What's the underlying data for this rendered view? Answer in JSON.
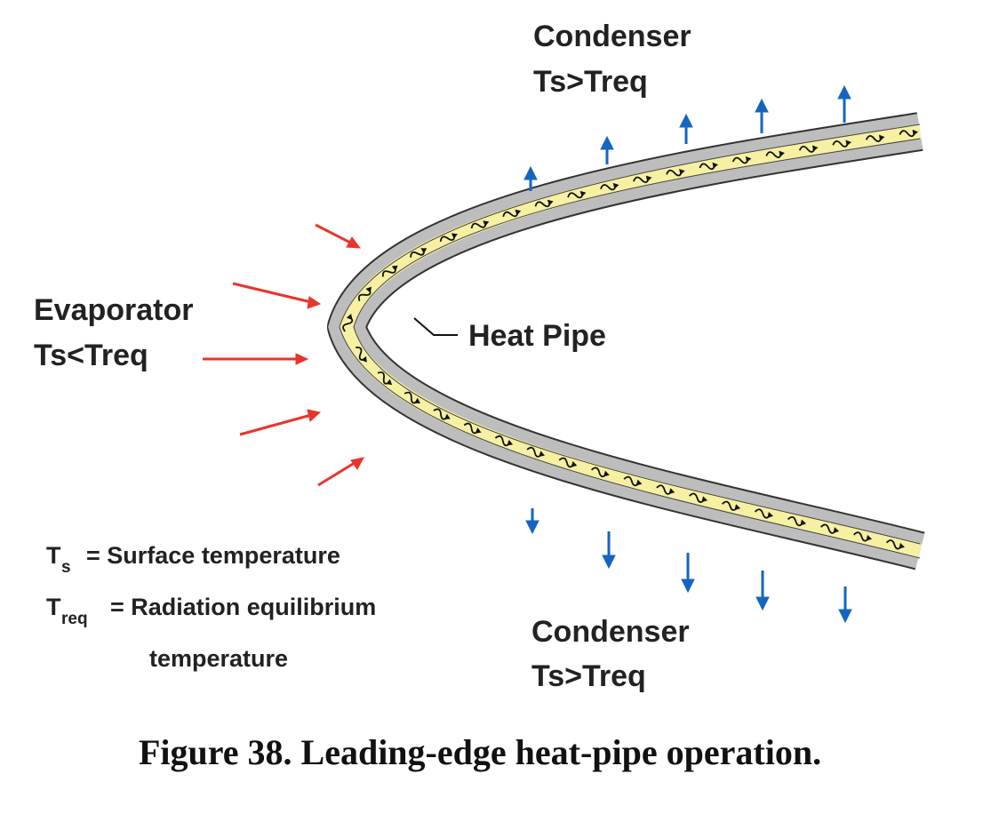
{
  "diagram": {
    "condenser_top": {
      "title": "Condenser",
      "relation": "Ts>Treq"
    },
    "condenser_bottom": {
      "title": "Condenser",
      "relation": "Ts>Treq"
    },
    "evaporator": {
      "title": "Evaporator",
      "relation": "Ts<Treq"
    },
    "heat_pipe_label": "Heat Pipe",
    "legend": {
      "ts": {
        "symbol": "T",
        "sub": "s",
        "text": "= Surface temperature"
      },
      "treq": {
        "symbol": "T",
        "sub": "req",
        "text": "= Radiation equilibrium",
        "text2": "temperature"
      }
    }
  },
  "caption": "Figure 38. Leading-edge heat-pipe operation.",
  "colors": {
    "incoming_heat_arrows": "#e8352b",
    "outgoing_heat_arrows": "#1565c0",
    "pipe_wall": "#bdbdbd",
    "pipe_outline": "#333333",
    "working_fluid": "#f7f0a2"
  }
}
